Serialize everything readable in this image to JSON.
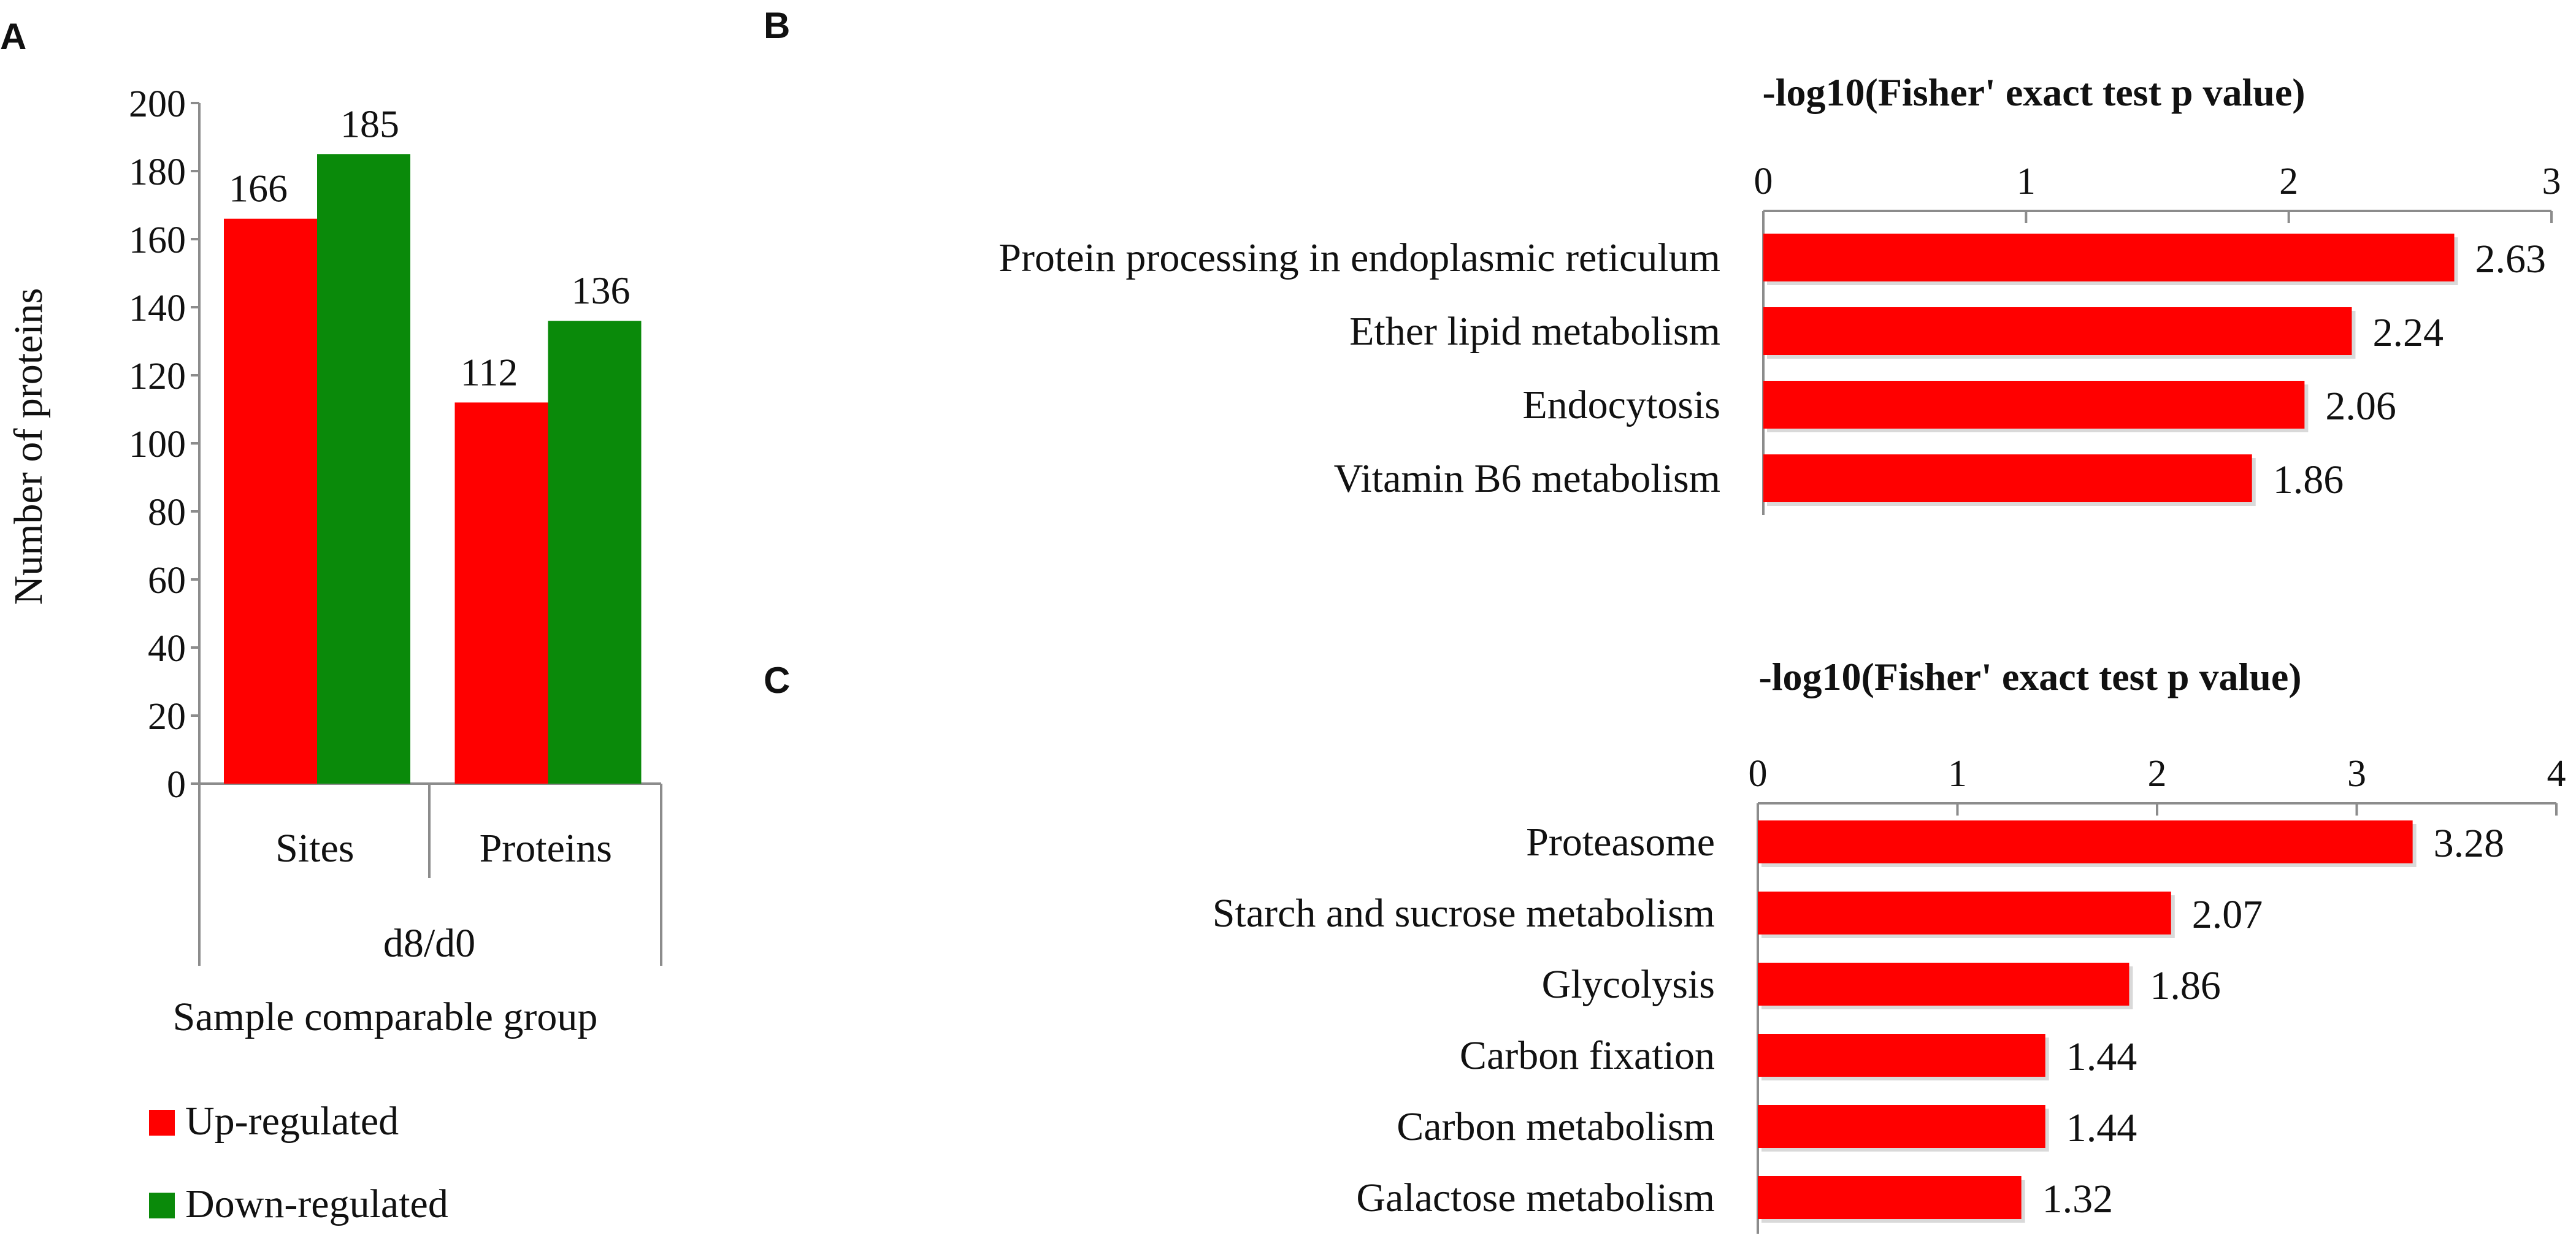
{
  "colors": {
    "up": "#ff0000",
    "down": "#0a8a0a",
    "axis": "#8c8c8c",
    "text": "#111111"
  },
  "chart_data": [
    {
      "panel": "A",
      "type": "bar",
      "ylabel": "Number of proteins",
      "ylim": [
        0,
        200
      ],
      "yticks": [
        0,
        20,
        40,
        60,
        80,
        100,
        120,
        140,
        160,
        180,
        200
      ],
      "categories": [
        "Sites",
        "Proteins"
      ],
      "group_label": "d8/d0",
      "xlabel": "Sample comparable group",
      "series": [
        {
          "name": "Up-regulated",
          "values": [
            166,
            112
          ],
          "color": "#ff0000"
        },
        {
          "name": "Down-regulated",
          "values": [
            185,
            136
          ],
          "color": "#0a8a0a"
        }
      ],
      "legend": "bottom-left"
    },
    {
      "panel": "B",
      "type": "bar",
      "orientation": "horizontal",
      "title": "-log10(Fisher' exact test p value)",
      "xlim": [
        0,
        3
      ],
      "xticks": [
        0,
        1,
        2,
        3
      ],
      "categories": [
        "Protein processing in endoplasmic reticulum",
        "Ether lipid metabolism",
        "Endocytosis",
        "Vitamin B6 metabolism"
      ],
      "values": [
        2.63,
        2.24,
        2.06,
        1.86
      ],
      "labels": [
        "2.63",
        "2.24",
        "2.06",
        "1.86"
      ],
      "color": "#ff0000"
    },
    {
      "panel": "C",
      "type": "bar",
      "orientation": "horizontal",
      "title": "-log10(Fisher' exact test p value)",
      "xlim": [
        0,
        4
      ],
      "xticks": [
        0,
        1,
        2,
        3,
        4
      ],
      "categories": [
        "Proteasome",
        "Starch and sucrose metabolism",
        "Glycolysis",
        "Carbon fixation",
        "Carbon metabolism",
        "Galactose metabolism"
      ],
      "values": [
        3.28,
        2.07,
        1.86,
        1.44,
        1.44,
        1.32
      ],
      "labels": [
        "3.28",
        "2.07",
        "1.86",
        "1.44",
        "1.44",
        "1.32"
      ],
      "color": "#ff0000"
    }
  ]
}
